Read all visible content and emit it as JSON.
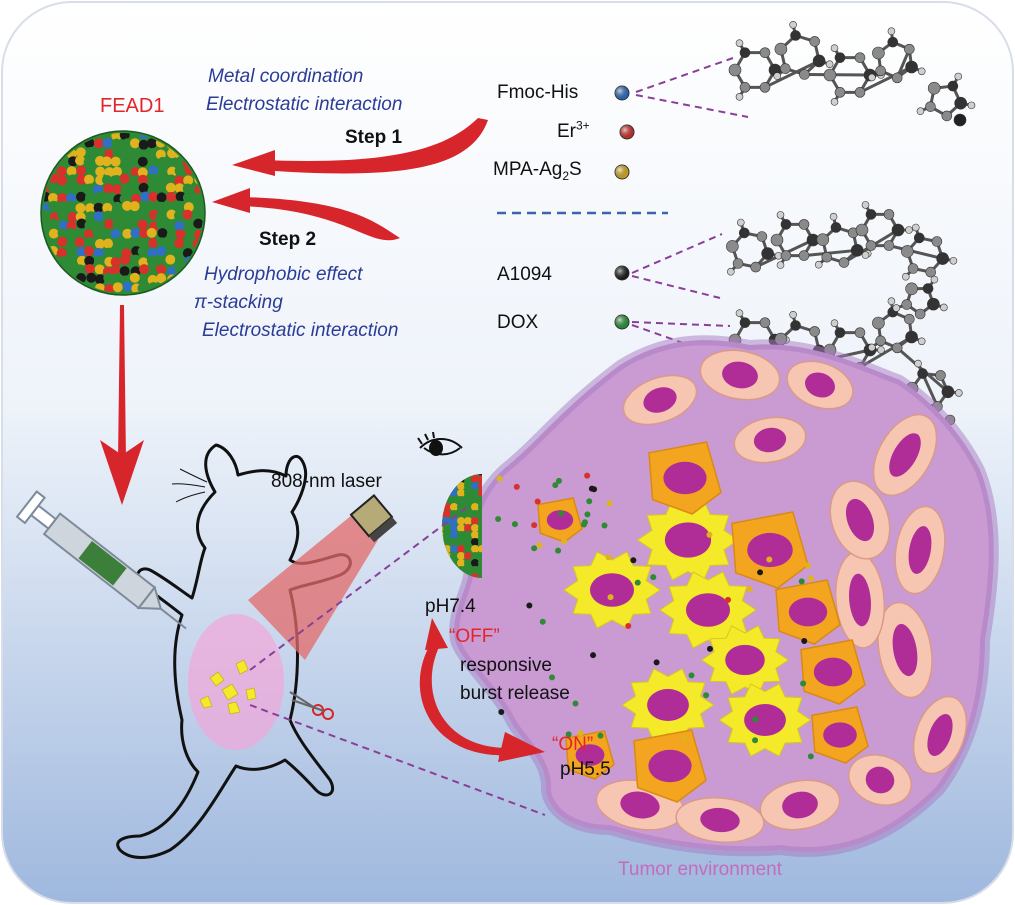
{
  "labels": {
    "fead1": "FEAD1",
    "step1": "Step 1",
    "step2": "Step 2",
    "metal_coordination": "Metal coordination",
    "electrostatic_1": "Electrostatic interaction",
    "hydrophobic": "Hydrophobic effect",
    "pi_stacking": "π-stacking",
    "electrostatic_2": "Electrostatic interaction",
    "laser": "808-nm laser",
    "ph74": "pH7.4",
    "off": "“OFF”",
    "responsive": "responsive",
    "burst_release": "burst release",
    "on": "“ON”",
    "ph55": "pH5.5",
    "tumor": "Tumor environment"
  },
  "legend": [
    {
      "prefix": "Fmoc-His",
      "sup": "",
      "sub": "",
      "suffix": "",
      "color": "#2f6fc6"
    },
    {
      "prefix": "Er",
      "sup": "3+",
      "sub": "",
      "suffix": "",
      "color": "#d8302a"
    },
    {
      "prefix": "MPA-Ag",
      "sup": "",
      "sub": "2",
      "suffix": "S",
      "color": "#e0b21d"
    },
    {
      "prefix": "A1094",
      "sup": "",
      "sub": "",
      "suffix": "",
      "color": "#1a1a1a"
    },
    {
      "prefix": "DOX",
      "sup": "",
      "sub": "",
      "suffix": "",
      "color": "#2a9a3a"
    }
  ],
  "colors": {
    "arrow_red": "#d7262b",
    "dash_purple": "#8a3f97",
    "dash_blue": "#3b63b0",
    "tumor_fill": "#c99bd2",
    "cell_peach": "#f6c6b3",
    "cell_orange": "#f3a51f",
    "cell_yellow": "#f5ea2a",
    "nucleus": "#b02d97"
  }
}
